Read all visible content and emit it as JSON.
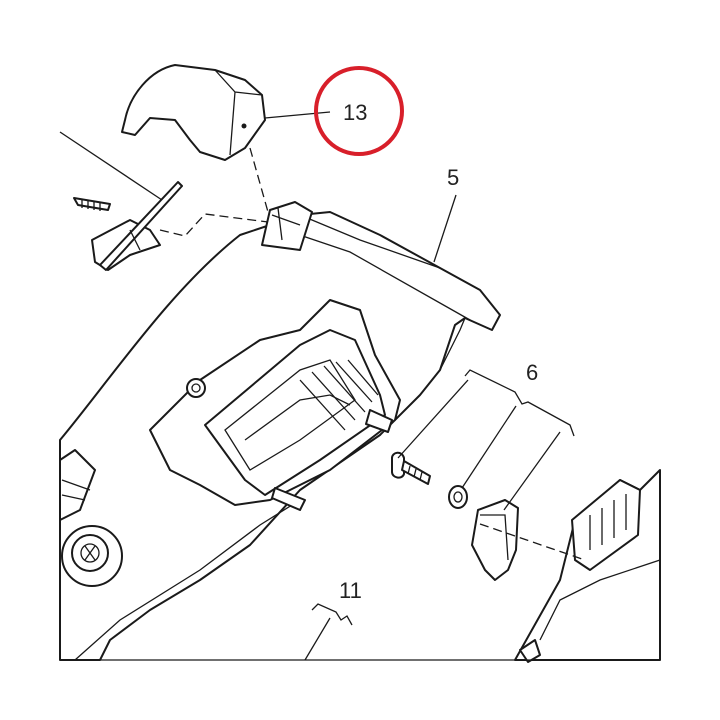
{
  "callouts": {
    "part_13": "13",
    "part_5": "5",
    "part_6": "6",
    "part_11": "11"
  },
  "colors": {
    "highlight_circle": "#d81f2a",
    "line": "#1a1a1a",
    "background": "#ffffff"
  }
}
